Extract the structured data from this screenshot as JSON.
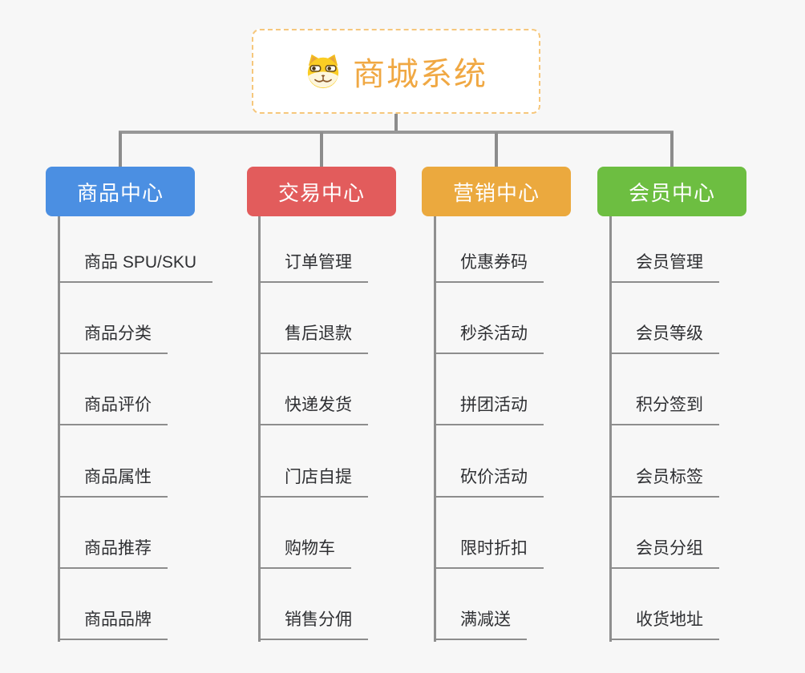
{
  "page": {
    "background_color": "#f7f7f7",
    "connector_color": "#8c8c8c"
  },
  "root": {
    "label": "商城系统",
    "icon": "dog-face-icon",
    "text_color": "#f0a843",
    "border_color": "#f6c77c",
    "fill_color": "#ffffff"
  },
  "branches": [
    {
      "label": "商品中心",
      "color": "#4b8fe2",
      "children": [
        "商品 SPU/SKU",
        "商品分类",
        "商品评价",
        "商品属性",
        "商品推荐",
        "商品品牌"
      ]
    },
    {
      "label": "交易中心",
      "color": "#e25c5c",
      "children": [
        "订单管理",
        "售后退款",
        "快递发货",
        "门店自提",
        "购物车",
        "销售分佣"
      ]
    },
    {
      "label": "营销中心",
      "color": "#eba93e",
      "children": [
        "优惠券码",
        "秒杀活动",
        "拼团活动",
        "砍价活动",
        "限时折扣",
        "满减送"
      ]
    },
    {
      "label": "会员中心",
      "color": "#6dbe41",
      "children": [
        "会员管理",
        "会员等级",
        "积分签到",
        "会员标签",
        "会员分组",
        "收货地址"
      ]
    }
  ]
}
